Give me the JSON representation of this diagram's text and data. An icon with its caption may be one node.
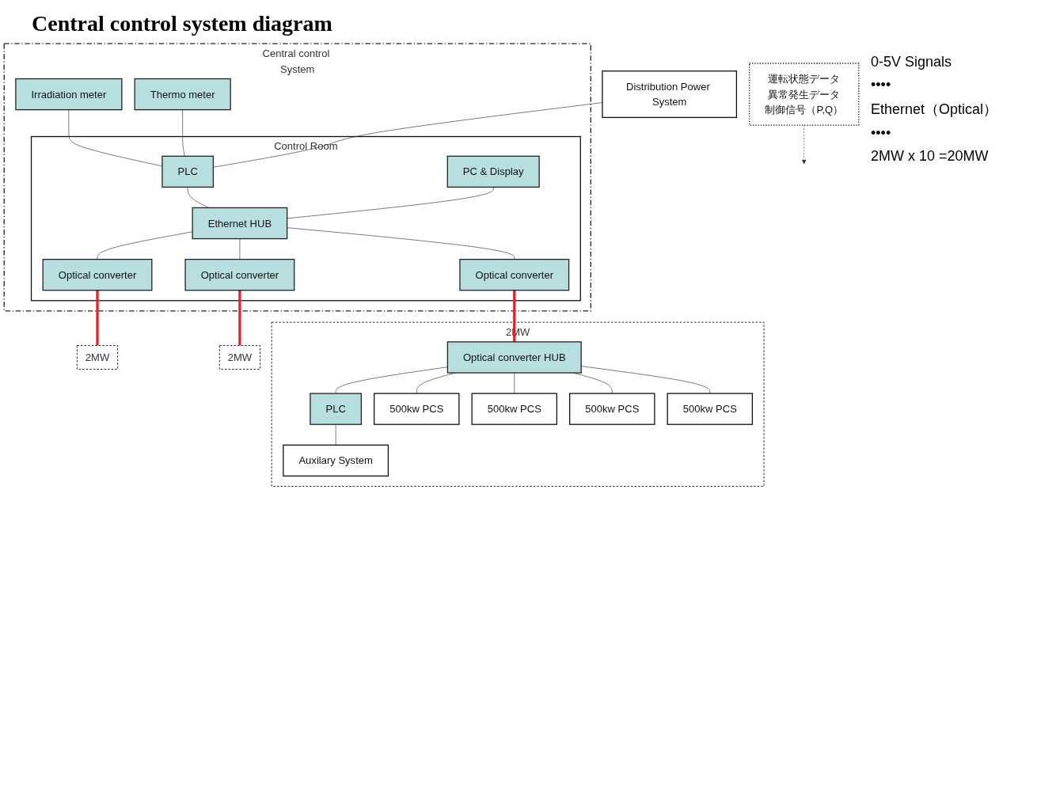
{
  "diagram": {
    "title": "Central control system diagram",
    "nodes": [
      {
        "text": [
          "Central control System"
        ]
      },
      {
        "text": [
          "Control Room"
        ],
        "in": 0
      },
      {
        "text": [
          "PC & Display"
        ],
        "in": 1
      },
      {
        "text": [
          "Irradiation meter"
        ],
        "in": 0
      },
      {
        "text": [
          "Thermo meter"
        ],
        "in": 0
      },
      {
        "text": [
          "PLC"
        ],
        "in": 1
      },
      {
        "text": [
          "Ethernet HUB"
        ],
        "in": 1
      },
      {
        "text": [
          "Optical converter"
        ],
        "in": 1
      },
      {
        "text": [
          "Optical converter"
        ],
        "in": 1
      },
      {
        "text": [
          "Optical converter"
        ],
        "in": 1
      },
      {
        "text": [
          "Distribution Power System"
        ]
      },
      {
        "text": [
          "2MW"
        ]
      },
      {
        "text": [
          "Optical converter HUB"
        ],
        "in": 11
      },
      {
        "text": [
          "PLC"
        ],
        "in": 11
      },
      {
        "text": [
          "500kw PCS"
        ],
        "in": 11
      },
      {
        "text": [
          "500kw PCS"
        ],
        "in": 11
      },
      {
        "text": [
          "500kw PCS"
        ],
        "in": 11
      },
      {
        "text": [
          "500kw PCS"
        ],
        "in": 11
      },
      {
        "text": [
          "Auxilary System"
        ],
        "in": 11
      },
      {
        "text": [
          "2MW"
        ]
      },
      {
        "text": [
          "2MW"
        ]
      },
      {
        "text": [
          "運転状態データ",
          "異常発生データ",
          "制御信号（P,Q）"
        ]
      }
    ],
    "edges": [
      {
        "from": 3,
        "to": 5,
        "arrow": "none"
      },
      {
        "from": 4,
        "to": 5,
        "arrow": "none"
      },
      {
        "from": 10,
        "to": 5,
        "arrow": "none"
      },
      {
        "from": 5,
        "to": 6,
        "arrow": "none"
      },
      {
        "from": 2,
        "to": 6,
        "arrow": "none"
      },
      {
        "from": 6,
        "to": 7,
        "arrow": "none"
      },
      {
        "from": 6,
        "to": 8,
        "arrow": "none"
      },
      {
        "from": 6,
        "to": 9,
        "arrow": "none"
      },
      {
        "from": 7,
        "to": 12,
        "arrow": "none",
        "style": "thick",
        "color": "#ee1c25"
      },
      {
        "from": 8,
        "to": 19,
        "arrow": "none",
        "style": "thick",
        "color": "#ee1c25"
      },
      {
        "from": 9,
        "to": 20,
        "arrow": "none",
        "style": "thick",
        "color": "#ee1c25"
      },
      {
        "from": 12,
        "to": 13,
        "arrow": "none"
      },
      {
        "from": 12,
        "to": 14,
        "arrow": "none"
      },
      {
        "from": 12,
        "to": 15,
        "arrow": "none"
      },
      {
        "from": 12,
        "to": 16,
        "arrow": "none"
      },
      {
        "from": 12,
        "to": 17,
        "arrow": "none"
      },
      {
        "from": 13,
        "to": 18,
        "arrow": "none"
      },
      {
        "from": 21,
        "to": null,
        "arrow": "to",
        "style": "dashed"
      }
    ],
    "labels": [
      "0-5V Signals",
      "••••",
      "Ethernet（Optical）",
      "••••",
      "2MW x 10 =20MW"
    ]
  }
}
